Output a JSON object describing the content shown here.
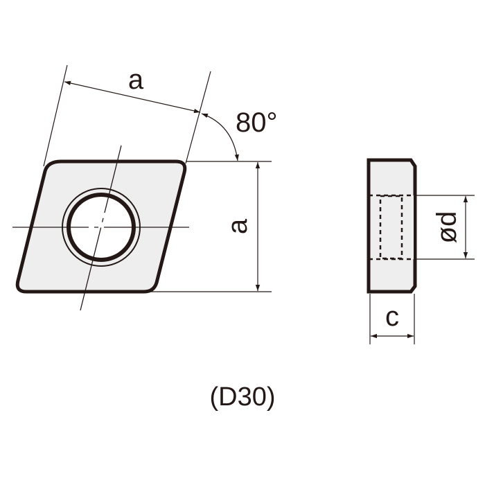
{
  "labels": {
    "side_length_top": "a",
    "angle": "80°",
    "side_length_height": "a",
    "hole_diameter": "ød",
    "thickness": "c",
    "caption": "(D30)"
  },
  "colors": {
    "outline": "#231815",
    "fill": "#eeeeee"
  }
}
